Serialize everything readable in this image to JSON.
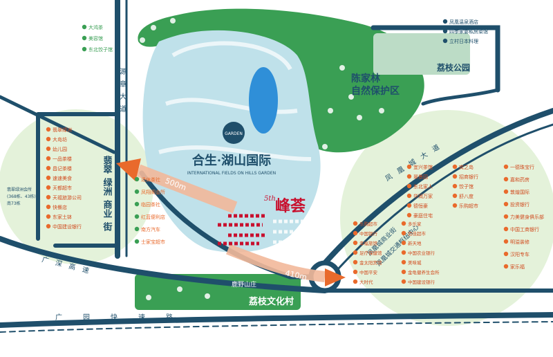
{
  "project": {
    "name": "合生·湖山国际",
    "english": "INTERNATIONAL FIELDS ON HILLS GARDEN",
    "emblem": "GARDEN"
  },
  "phase": {
    "prefix": "5th",
    "name": "峰荟"
  },
  "distances": {
    "west": "500m",
    "south": "410m"
  },
  "roads": {
    "yuanzhang": "源章大道",
    "guangshen": "广深高速",
    "guangyuan": "广园快速路",
    "fengcheng": "凤凰城大道"
  },
  "areas": {
    "chenjialin": [
      "陈家林",
      "自然保护区"
    ],
    "lizhi_park": "荔枝公园",
    "lizhi_culture": "荔枝文化村",
    "feicui": [
      "翡翠",
      "绿洲",
      "商业",
      "街"
    ],
    "fengcheng_center": "凤凰城商业街",
    "fengcheng_hub": "凤凰城交通枢纽中心",
    "luye": "鹿野山庄"
  },
  "pois": {
    "top_left": [
      "大鸿茶",
      "美容馆",
      "东北饺子馆"
    ],
    "top_right": [
      "凤凰温泉酒店",
      "四季家宴私房菜馆",
      "立村日本料理"
    ],
    "left_commercial": [
      "翡翠绿洲",
      "大岛坊",
      "幼儿园",
      "一品茶楼",
      "昌记茶楼",
      "速速美食",
      "天都超市",
      "天福旅游公司",
      "快餐店",
      "东家土钵",
      "中国建设银行"
    ],
    "left_far": [
      "翡翠绿洲会所",
      "(368栋、43栋)",
      "南73栋"
    ],
    "center_left": [
      "退休茶社",
      "凤翔阁会所",
      "临园茶社",
      "红蓝便利店",
      "南方汽车",
      "士家宝超市"
    ],
    "right_inner": [
      "宜兴茶馆",
      "宾之岛",
      "翠景园",
      "招商银行",
      "东北家人",
      "饺子馆",
      "华润万家",
      "舒八度",
      "德恒豪",
      "乐购超市",
      "豪庭住宅"
    ],
    "right_outer": [
      "一德珠宝行",
      "嘉和药房",
      "敦煌国际",
      "投资银行",
      "力美健身俱乐部",
      "中国工商银行",
      "明溢装修",
      "汉阳专车",
      "家乐福"
    ],
    "hub_list": [
      "乐购超市",
      "多乐家",
      "中国银行",
      "百佳超市",
      "幸福旅馆",
      "新天地",
      "足疗保健馆",
      "中国农业银行",
      "金太阳宾馆",
      "美味城",
      "中国平安",
      "金龟健养生会所",
      "大时代",
      "中国建设银行"
    ]
  },
  "colors": {
    "road": "#1f4f6b",
    "lake": "#b9dde8",
    "water": "#2f8fd8",
    "park": "#2f9a4a",
    "roundabout": "#dff0d6",
    "accent": "#c8102e",
    "arrow": "#e96a2c"
  }
}
